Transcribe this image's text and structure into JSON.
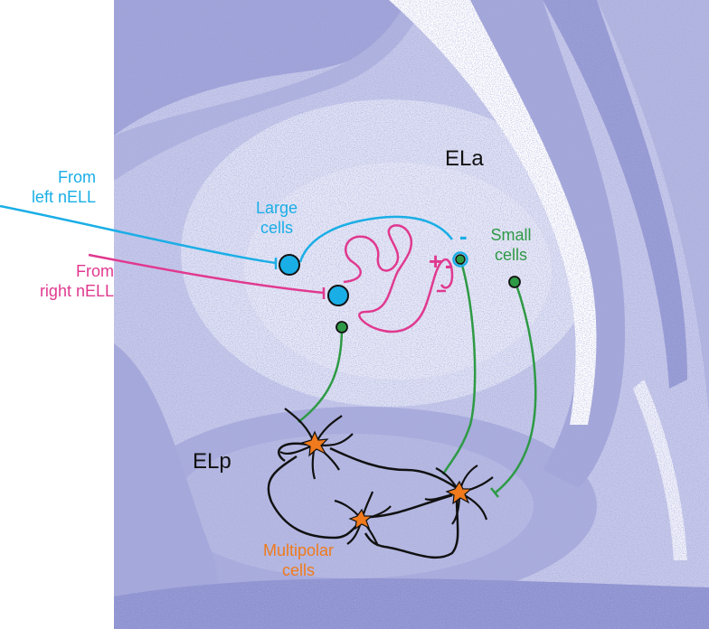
{
  "regions": {
    "ela": "ELa",
    "elp": "ELp"
  },
  "inputs": {
    "left_line1": "From",
    "left_line2": "left nELL",
    "right_line1": "From",
    "right_line2": "right nELL"
  },
  "cells": {
    "large_line1": "Large",
    "large_line2": "cells",
    "small_line1": "Small",
    "small_line2": "cells",
    "multipolar_line1": "Multipolar",
    "multipolar_line2": "cells"
  },
  "signs": {
    "excitatory": "+",
    "inhibitory": "-"
  },
  "colors": {
    "left_input": "#1aaee6",
    "right_input": "#e0398f",
    "small_cells": "#2e9a45",
    "multipolar": "#f07a1c",
    "elp_axons": "#111111",
    "tissue": "#b7bbe3"
  }
}
